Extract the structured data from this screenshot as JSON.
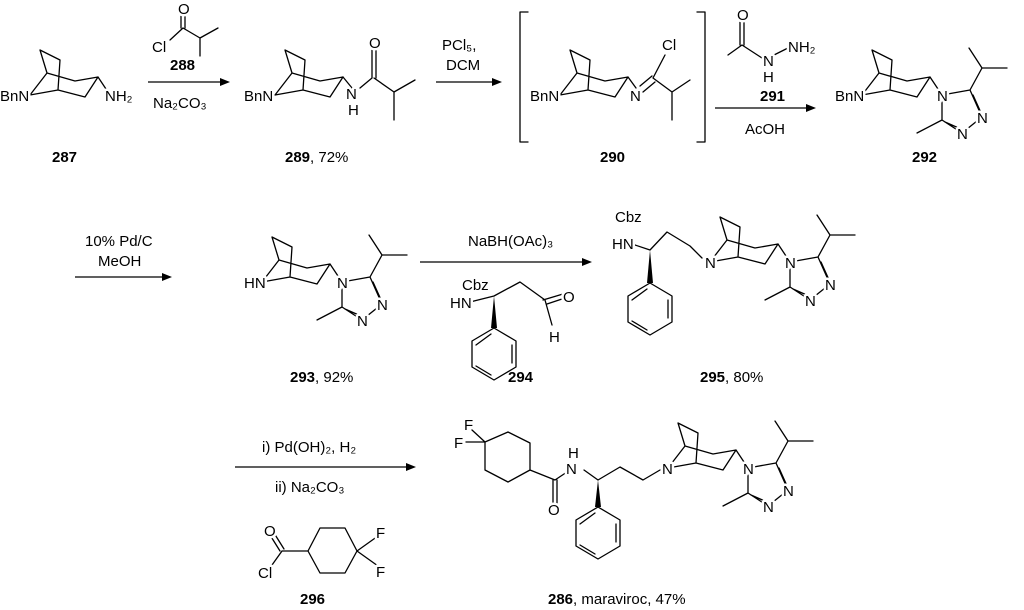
{
  "atoms": {
    "BnN": "BnN",
    "HN": "HN",
    "N": "N",
    "NH2": "NH₂",
    "H": "H",
    "O": "O",
    "Cl": "Cl",
    "F": "F",
    "Cbz": "Cbz"
  },
  "compounds": {
    "c287": {
      "number": "287",
      "suffix": ""
    },
    "c288": {
      "number": "288"
    },
    "c289": {
      "number": "289",
      "suffix": ", 72%"
    },
    "c290": {
      "number": "290",
      "suffix": ""
    },
    "c291": {
      "number": "291"
    },
    "c292": {
      "number": "292",
      "suffix": ""
    },
    "c293": {
      "number": "293",
      "suffix": ", 92%"
    },
    "c294": {
      "number": "294"
    },
    "c295": {
      "number": "295",
      "suffix": ", 80%"
    },
    "c296": {
      "number": "296"
    },
    "c286": {
      "number": "286",
      "suffix": ", maraviroc, 47%"
    }
  },
  "reagents": {
    "step1_below": "Na₂CO₃",
    "step2_above1": "PCl₅,",
    "step2_above2": "DCM",
    "step3_below": "AcOH",
    "step4_above1": "10% Pd/C",
    "step4_above2": "MeOH",
    "step5_above": "NaBH(OAc)₃",
    "step6_above": "i) Pd(OH)₂, H₂",
    "step6_below": "ii) Na₂CO₃"
  }
}
